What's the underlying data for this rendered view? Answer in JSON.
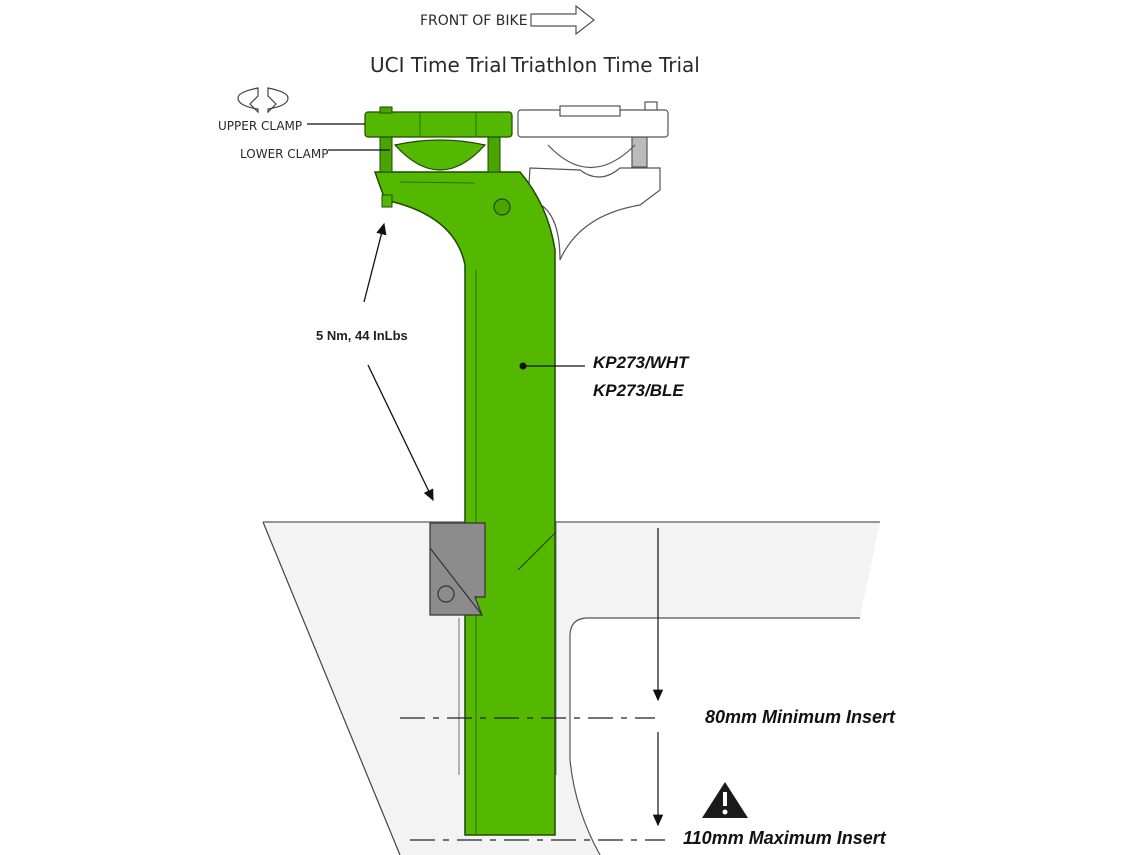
{
  "header": {
    "front_of_bike": "FRONT OF BIKE",
    "uci_time_trial": "UCI Time Trial",
    "triathlon_time_trial": "Triathlon Time Trial"
  },
  "labels": {
    "upper_clamp": "UPPER CLAMP",
    "lower_clamp": "LOWER CLAMP",
    "torque": "5 Nm, 44 InLbs",
    "part_numbers": [
      "KP273/WHT",
      "KP273/BLE"
    ],
    "minimum_insert": "80mm Minimum Insert",
    "maximum_insert": "110mm Maximum Insert"
  },
  "colors": {
    "seatpost": "#55b800",
    "frame": "#f3f3f3",
    "wedge": "#8c8c8c"
  }
}
